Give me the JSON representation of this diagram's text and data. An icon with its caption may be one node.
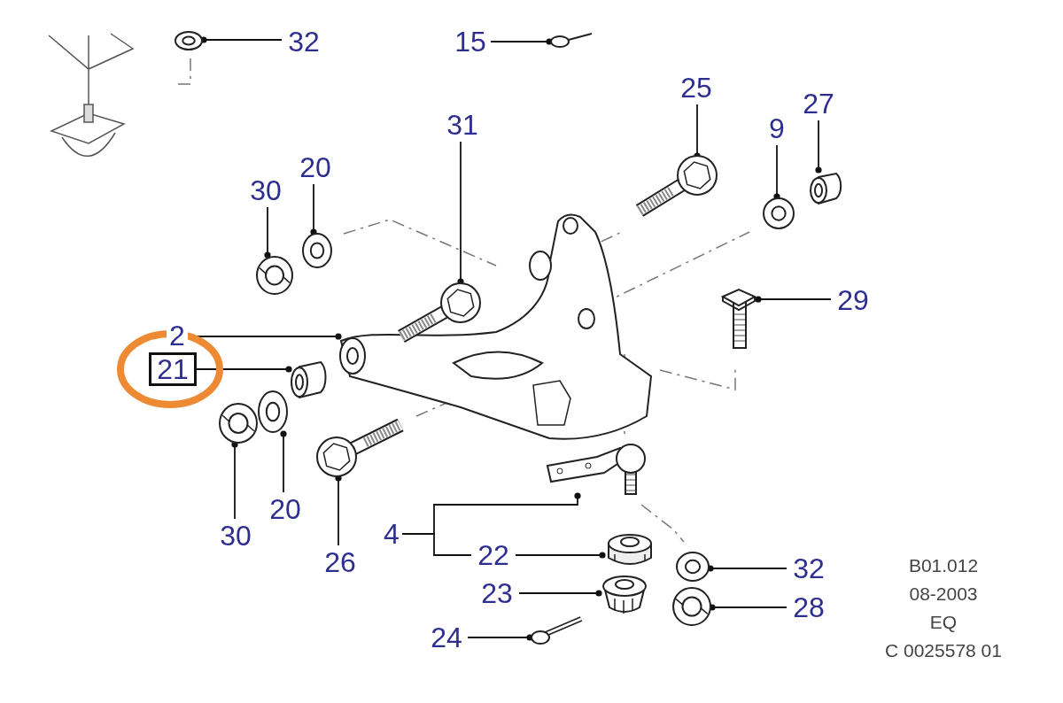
{
  "diagram": {
    "nodes": [
      {
        "text": [
          "32"
        ]
      },
      {
        "text": [],
        "shape": "picture"
      },
      {
        "text": [
          "15"
        ]
      },
      {
        "text": [],
        "shape": "picture"
      },
      {
        "text": [
          "25"
        ]
      },
      {
        "text": [],
        "shape": "picture"
      },
      {
        "text": [
          "27"
        ]
      },
      {
        "text": [],
        "shape": "picture"
      },
      {
        "text": [
          "31"
        ]
      },
      {
        "text": [],
        "shape": "picture"
      },
      {
        "text": [
          "9"
        ]
      },
      {
        "text": [],
        "shape": "picture"
      },
      {
        "text": [
          "20"
        ]
      },
      {
        "text": [],
        "shape": "picture"
      },
      {
        "text": [
          "30"
        ]
      },
      {
        "text": [],
        "shape": "picture"
      },
      {
        "text": [
          "29"
        ]
      },
      {
        "text": [],
        "shape": "picture"
      },
      {
        "text": [
          "2"
        ]
      },
      {
        "text": [],
        "shape": "picture"
      },
      {
        "text": [
          "21"
        ]
      },
      {
        "text": [],
        "shape": "picture"
      },
      {
        "text": [
          "20"
        ]
      },
      {
        "text": [],
        "shape": "picture"
      },
      {
        "text": [
          "30"
        ]
      },
      {
        "text": [],
        "shape": "picture"
      },
      {
        "text": [
          "26"
        ]
      },
      {
        "text": [],
        "shape": "picture"
      },
      {
        "text": [
          "4"
        ]
      },
      {
        "text": [],
        "shape": "picture"
      },
      {
        "text": [
          "22"
        ]
      },
      {
        "text": [],
        "shape": "picture"
      },
      {
        "text": [
          "23"
        ]
      },
      {
        "text": [],
        "shape": "picture"
      },
      {
        "text": [
          "24"
        ]
      },
      {
        "text": [],
        "shape": "picture"
      },
      {
        "text": [
          "32"
        ]
      },
      {
        "text": [],
        "shape": "picture"
      },
      {
        "text": [
          "28"
        ]
      },
      {
        "text": [],
        "shape": "picture"
      }
    ],
    "edges": [
      {
        "from": 0,
        "to": 1,
        "arrow": "other"
      },
      {
        "from": 2,
        "to": 3,
        "arrow": "other"
      },
      {
        "from": 4,
        "to": 5,
        "arrow": "other"
      },
      {
        "from": 6,
        "to": 7,
        "arrow": "other"
      },
      {
        "from": 8,
        "to": 9,
        "arrow": "other"
      },
      {
        "from": 10,
        "to": 11,
        "arrow": "other"
      },
      {
        "from": 12,
        "to": 13,
        "arrow": "other"
      },
      {
        "from": 14,
        "to": 15,
        "arrow": "other"
      },
      {
        "from": 16,
        "to": 17,
        "arrow": "other"
      },
      {
        "from": 18,
        "to": 19,
        "arrow": "other"
      },
      {
        "from": 20,
        "to": 21,
        "arrow": "other"
      },
      {
        "from": 22,
        "to": 23,
        "arrow": "other"
      },
      {
        "from": 24,
        "to": 25,
        "arrow": "other"
      },
      {
        "from": 26,
        "to": 27,
        "arrow": "other"
      },
      {
        "from": 28,
        "to": 29,
        "arrow": "other"
      },
      {
        "from": 28,
        "to": 30,
        "arrow": "none"
      },
      {
        "from": 30,
        "to": 31,
        "arrow": "other"
      },
      {
        "from": 32,
        "to": 33,
        "arrow": "other"
      },
      {
        "from": 34,
        "to": 35,
        "arrow": "other"
      },
      {
        "from": 36,
        "to": 37,
        "arrow": "other"
      },
      {
        "from": 38,
        "to": 39,
        "arrow": "other"
      }
    ],
    "labels": [
      "B01.012",
      "08-2003",
      "EQ",
      "C 0025578 01"
    ]
  }
}
